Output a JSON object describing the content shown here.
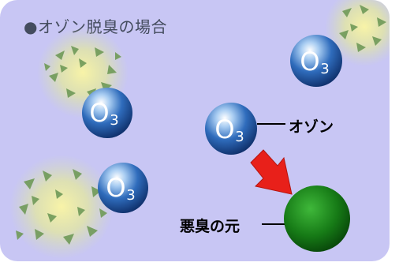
{
  "title": "●オゾン脱臭の場合",
  "ozone_symbol": "O",
  "ozone_subscript": "3",
  "label_ozone": "オゾン",
  "label_odor_source": "悪臭の元",
  "colors": {
    "background": "#c8c6f4",
    "ozone_sphere": "#1f4fa0",
    "odor_sphere": "#1f7a1f",
    "arrow": "#e8201a",
    "title_text": "#444c5e"
  },
  "icons": [
    "ozone-molecule-icon",
    "odor-molecule-icon",
    "arrow-icon",
    "decomposed-odor-burst-icon"
  ]
}
